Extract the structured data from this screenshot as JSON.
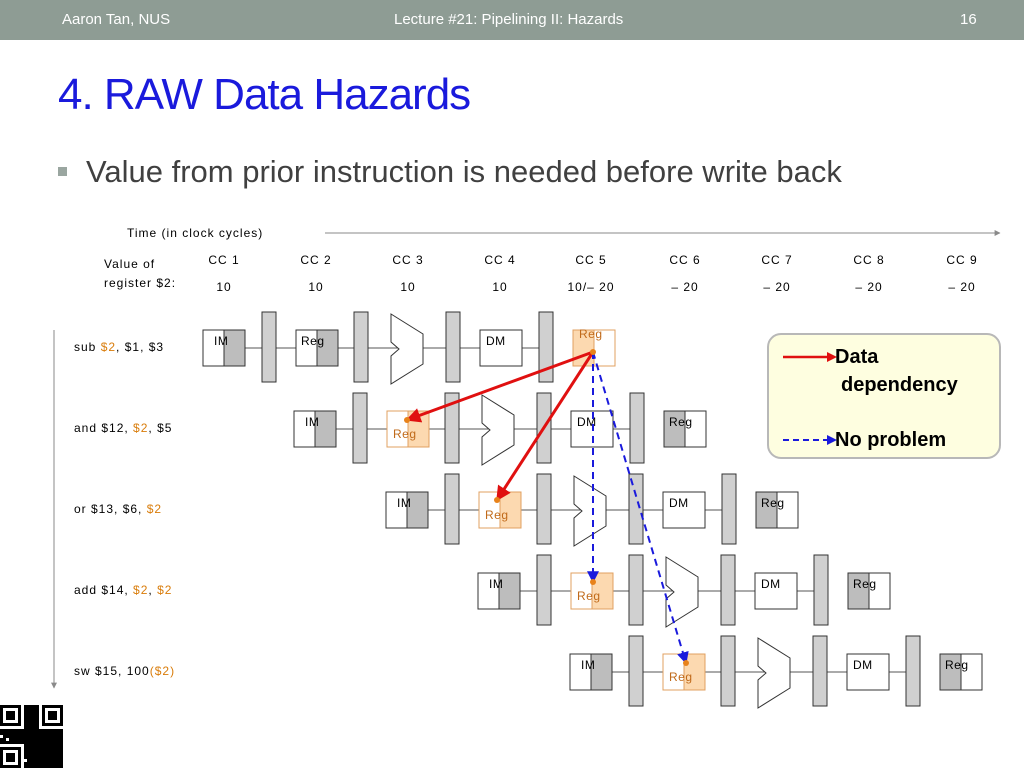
{
  "header": {
    "author": "Aaron Tan, NUS",
    "lecture": "Lecture #21: Pipelining II: Hazards",
    "page_number": "16"
  },
  "slide": {
    "title": "4. RAW Data Hazards",
    "bullet": "Value from prior instruction is needed before write back"
  },
  "diagram": {
    "time_label": "Time (in clock cycles)",
    "value_label_line1": "Value of",
    "value_label_line2": "register $2:",
    "cycles": [
      {
        "label": "CC 1",
        "value": "10"
      },
      {
        "label": "CC 2",
        "value": "10"
      },
      {
        "label": "CC 3",
        "value": "10"
      },
      {
        "label": "CC 4",
        "value": "10"
      },
      {
        "label": "CC 5",
        "value": "10/– 20"
      },
      {
        "label": "CC 6",
        "value": "– 20"
      },
      {
        "label": "CC 7",
        "value": "– 20"
      },
      {
        "label": "CC 8",
        "value": "– 20"
      },
      {
        "label": "CC 9",
        "value": "– 20"
      }
    ],
    "instructions": [
      {
        "parts": [
          {
            "t": "sub ",
            "h": false
          },
          {
            "t": "$2",
            "h": true
          },
          {
            "t": ", $1, $3",
            "h": false
          }
        ]
      },
      {
        "parts": [
          {
            "t": "and $12, ",
            "h": false
          },
          {
            "t": "$2",
            "h": true
          },
          {
            "t": ", $5",
            "h": false
          }
        ]
      },
      {
        "parts": [
          {
            "t": "or $13, $6, ",
            "h": false
          },
          {
            "t": "$2",
            "h": true
          }
        ]
      },
      {
        "parts": [
          {
            "t": "add $14, ",
            "h": false
          },
          {
            "t": "$2",
            "h": true
          },
          {
            "t": ", ",
            "h": false
          },
          {
            "t": "$2",
            "h": true
          }
        ]
      },
      {
        "parts": [
          {
            "t": "sw $15, 100",
            "h": false
          },
          {
            "t": "($2)",
            "h": true
          }
        ]
      }
    ],
    "stages": {
      "im": "IM",
      "reg": "Reg",
      "dm": "DM"
    },
    "colors": {
      "highlight_text": "#d97c0a",
      "data_dependency_arrow": "#e01010",
      "no_problem_arrow": "#1a1adc",
      "highlight_fill": "#fcd9b0"
    }
  },
  "legend": {
    "data_dependency_line1": "Data",
    "data_dependency_line2": "dependency",
    "no_problem": "No problem"
  },
  "qr_icon": "qr-code-icon"
}
